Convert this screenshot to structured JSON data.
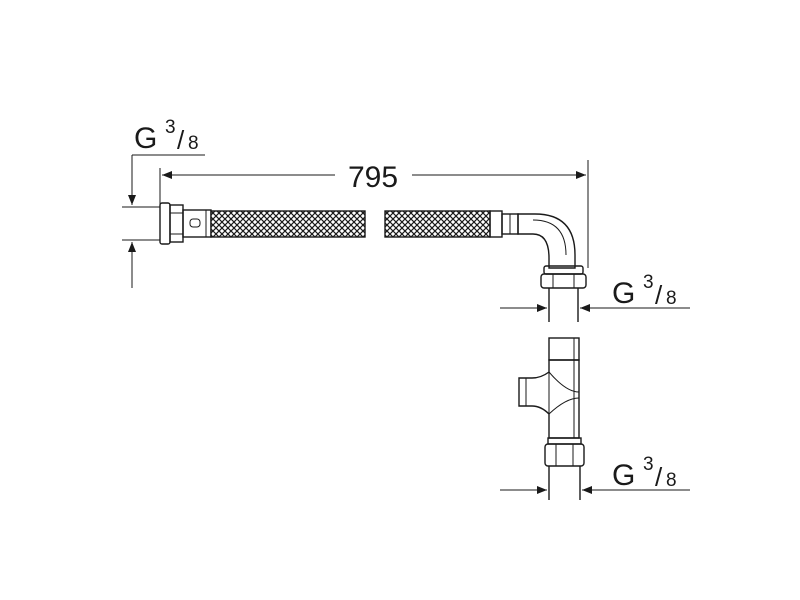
{
  "dimensions": {
    "overall_length": "795",
    "thread_top_left": {
      "letter": "G",
      "numerator": "3",
      "slash": "/",
      "denominator": "8"
    },
    "thread_elbow_outlet": {
      "letter": "G",
      "numerator": "3",
      "slash": "/",
      "denominator": "8"
    },
    "thread_tee_bottom": {
      "letter": "G",
      "numerator": "3",
      "slash": "/",
      "denominator": "8"
    }
  },
  "colors": {
    "line": "#1a1a1a",
    "background": "#ffffff"
  }
}
